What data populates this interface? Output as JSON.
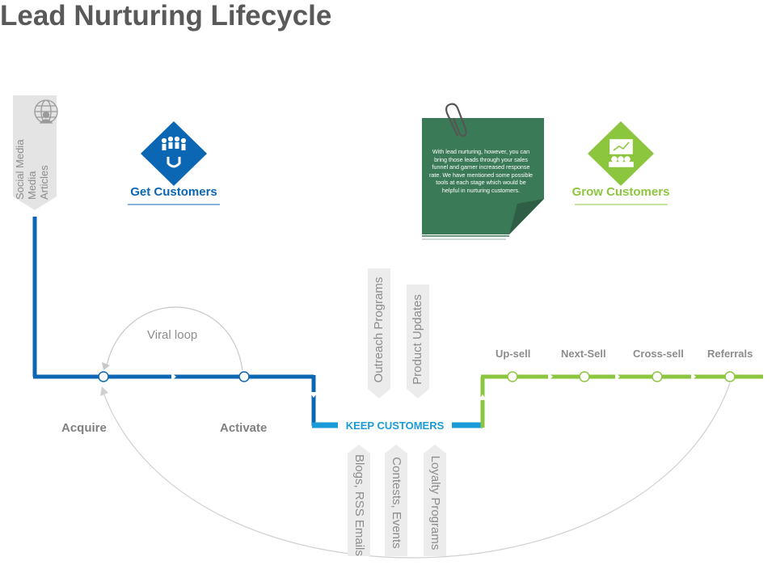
{
  "title": "Lead Nurturing Lifecycle",
  "colors": {
    "blue": "#0b67b4",
    "light_blue": "#1a9bd7",
    "green": "#8cc63f",
    "dark_green": "#3b7a57",
    "gray": "#8c8c8c"
  },
  "tag_top_left": {
    "lines": [
      "Social Media",
      "Media",
      "Articles"
    ],
    "icon": "globe-user-icon"
  },
  "get_customers": {
    "label": "Get Customers",
    "icon": "magnet-users-icon"
  },
  "grow_customers": {
    "label": "Grow Customers",
    "icon": "presentation-icon"
  },
  "note": {
    "text": "With lead nurturing, however, you can bring those leads through your sales funnel and garner increased response rate.  We have mentioned  some possible tools at each stage which would be helpful  in nurturing customers.",
    "icon": "paperclip-icon"
  },
  "viral_loop": "Viral loop",
  "stages": {
    "acquire": "Acquire",
    "activate": "Activate"
  },
  "keep_customers": "KEEP CUSTOMERS",
  "upper_tags": [
    "Outreach Programs",
    "Product Updates"
  ],
  "lower_tags": [
    "Blogs, RSS Emails",
    "Contests, Events",
    "Loyalty Programs"
  ],
  "grow_stages": [
    "Up-sell",
    "Next-Sell",
    "Cross-sell",
    "Referrals"
  ]
}
